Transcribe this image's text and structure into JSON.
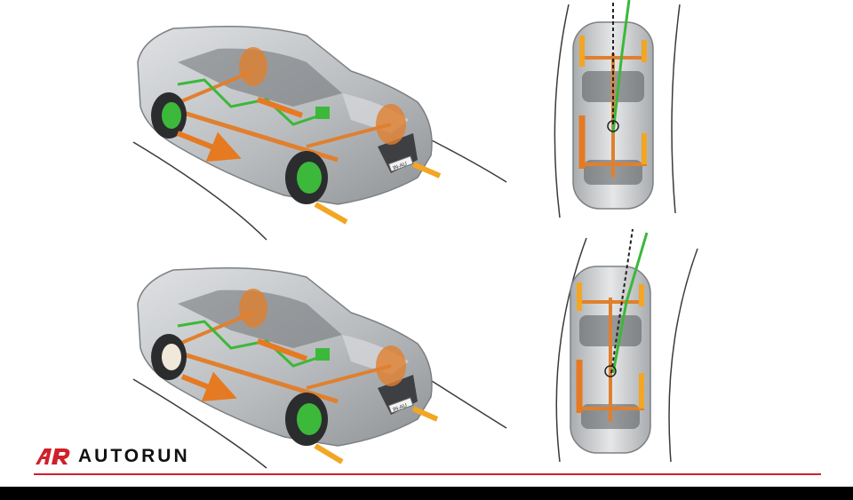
{
  "brand": {
    "mark": "AR",
    "name": "AUTORUN",
    "accent_color": "#d0202a"
  },
  "illustration": {
    "plate_text": "IN-AU",
    "colors": {
      "body": "#c8cacc",
      "body_dark": "#8e9194",
      "drivetrain": "#e0802e",
      "system": "#3cb83a",
      "arrow_orange": "#e57a22",
      "arrow_yellow": "#f2a623",
      "road_line": "#3a3a3a"
    }
  }
}
